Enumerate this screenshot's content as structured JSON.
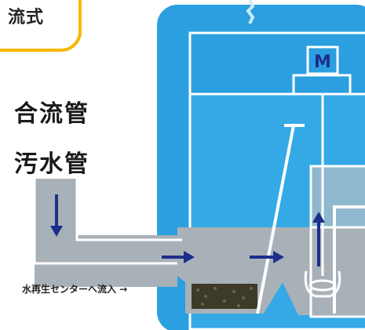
{
  "header_tag": {
    "text": "流式"
  },
  "labels": {
    "combined_sewer": "合流管",
    "sanitary_sewer": "汚水管",
    "outflow_note": "水再生センターへ流入 →"
  },
  "motor": {
    "letter": "M"
  },
  "colors": {
    "building_blue": "#2b9fe0",
    "water_gray": "#a9b1b8",
    "accent_yellow": "#f5b800",
    "arrow_navy": "#1c2f8a"
  }
}
